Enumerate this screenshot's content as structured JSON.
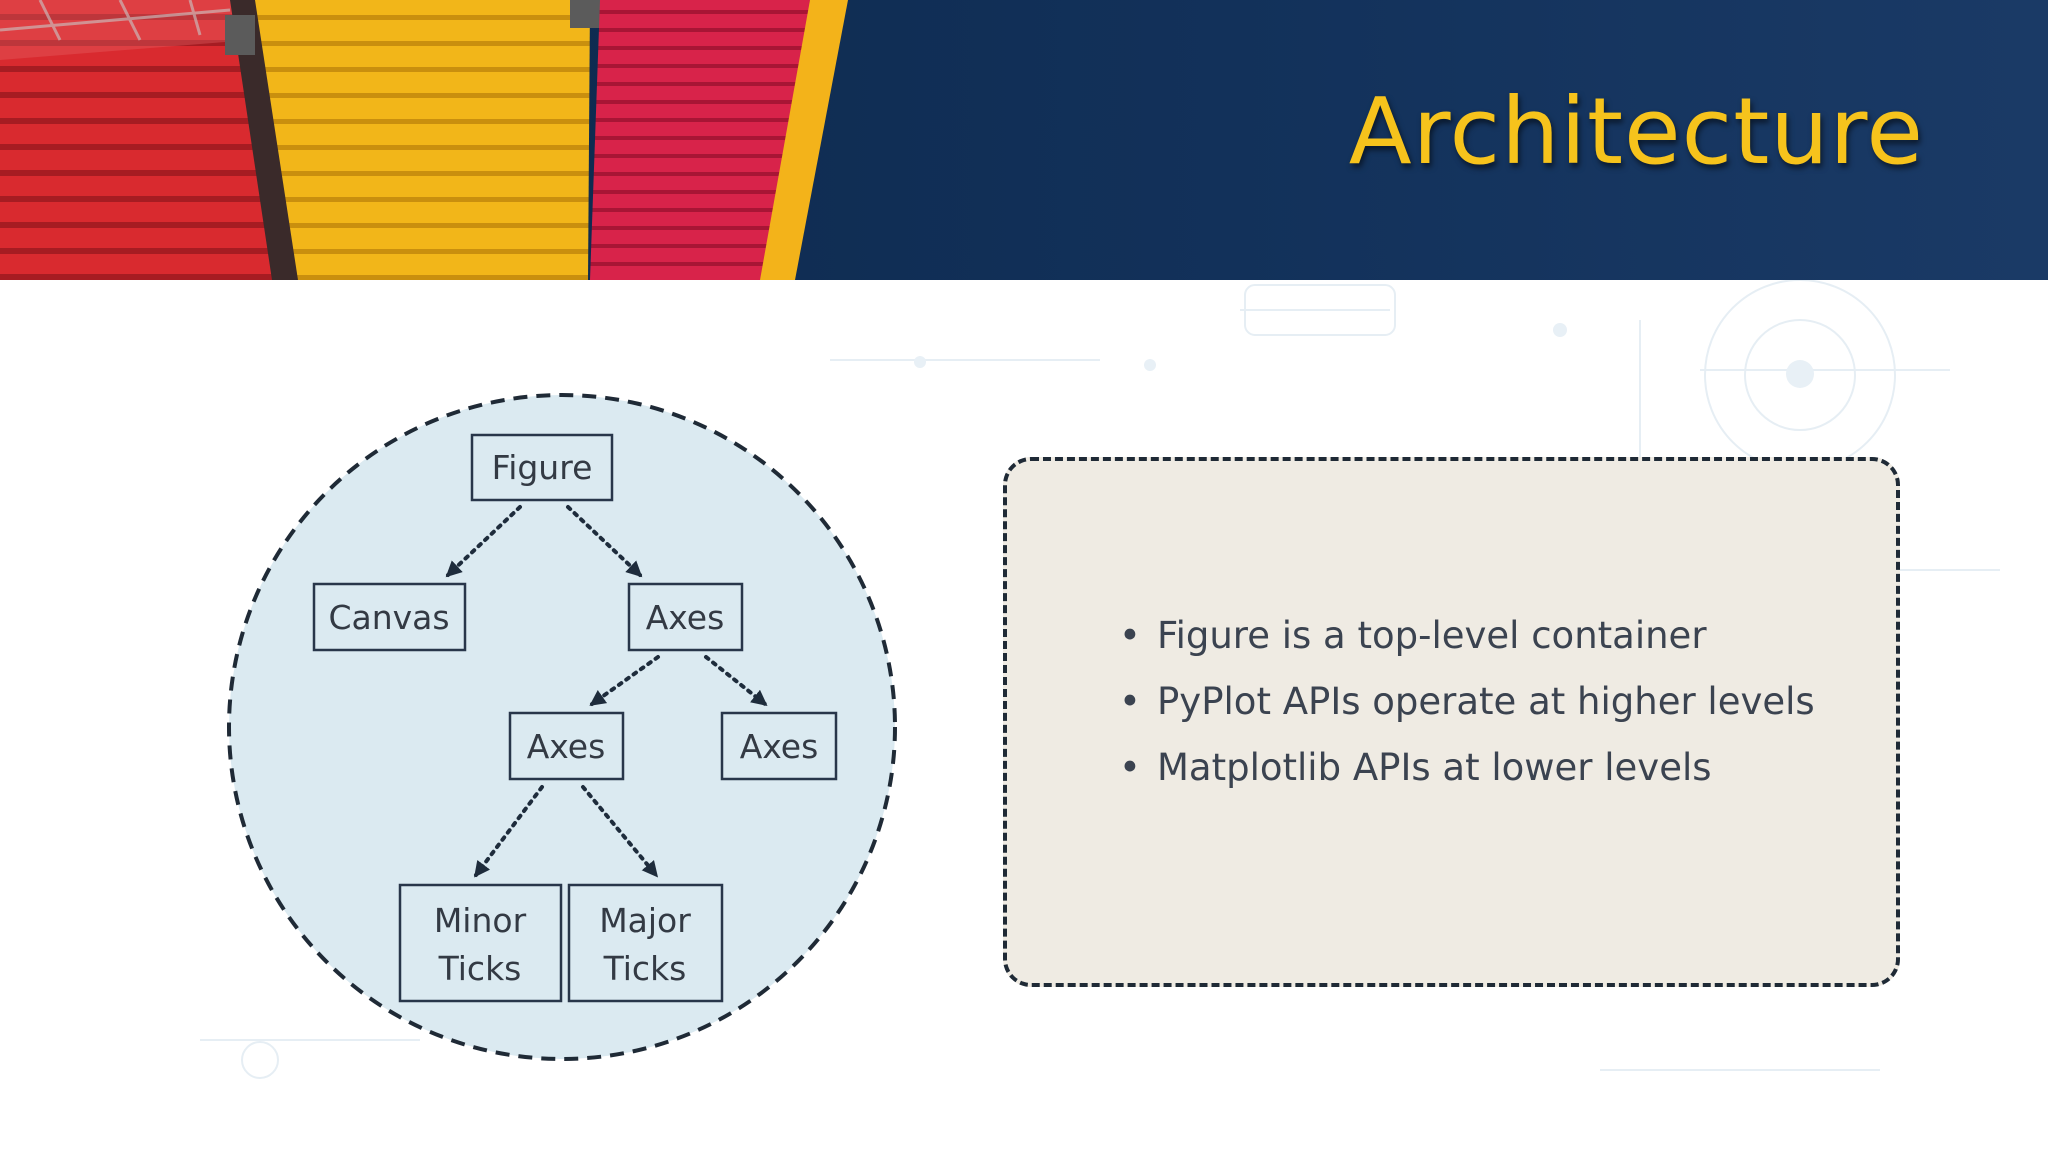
{
  "slide": {
    "title": "Architecture",
    "bullets": [
      "Figure is a top-level container",
      "PyPlot APIs operate at higher levels",
      "Matplotlib APIs at lower levels"
    ]
  },
  "diagram": {
    "nodes": {
      "figure": "Figure",
      "canvas": "Canvas",
      "axes_main": "Axes",
      "axes_left": "Axes",
      "axes_right": "Axes",
      "minor_ticks_line1": "Minor",
      "minor_ticks_line2": "Ticks",
      "major_ticks_line1": "Major",
      "major_ticks_line2": "Ticks"
    },
    "edges": [
      {
        "from": "Figure",
        "to": "Canvas"
      },
      {
        "from": "Figure",
        "to": "Axes"
      },
      {
        "from": "Axes",
        "to": "Axes (left)"
      },
      {
        "from": "Axes",
        "to": "Axes (right)"
      },
      {
        "from": "Axes (left)",
        "to": "Minor Ticks"
      },
      {
        "from": "Axes (left)",
        "to": "Major Ticks"
      }
    ]
  },
  "colors": {
    "title": "#f6c31c",
    "header_bg": "#0c2648",
    "circle_fill": "#dbeaf1",
    "notes_fill": "#efebe3",
    "outline": "#1f2a36"
  }
}
